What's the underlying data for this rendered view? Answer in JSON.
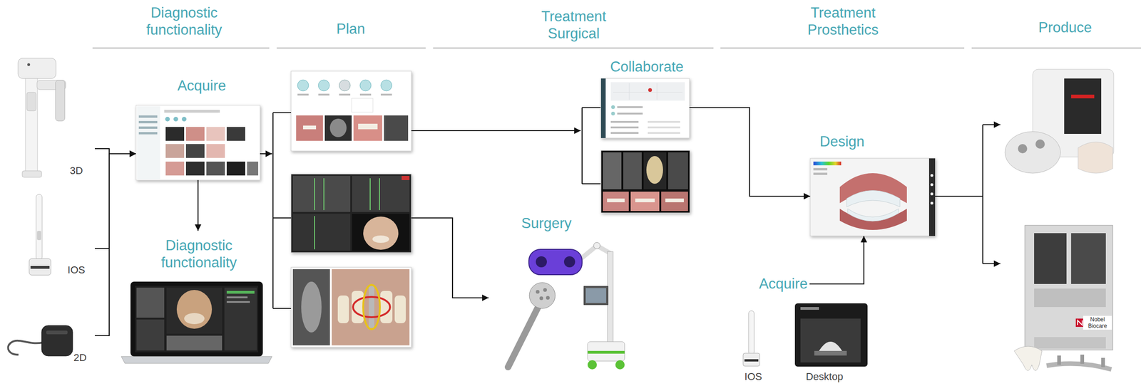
{
  "diagram": {
    "nodes": [
      {
        "text": [
          "3D"
        ]
      },
      {
        "text": [
          "IOS"
        ]
      },
      {
        "text": [
          "2D"
        ]
      },
      {
        "text": [
          "Acquire"
        ]
      },
      {
        "text": [
          "Diagnostic functionality"
        ]
      },
      {
        "text": [
          "Collaborate"
        ]
      },
      {
        "text": [
          "Surgery"
        ]
      },
      {
        "text": [
          "Design"
        ]
      },
      {
        "text": [
          "Acquire"
        ]
      },
      {
        "text": [
          "IOS"
        ]
      },
      {
        "text": [
          "Desktop"
        ]
      }
    ],
    "edges": [
      {
        "from": 0,
        "to": 3,
        "arrow": "to"
      },
      {
        "from": 1,
        "to": 3,
        "arrow": "to"
      },
      {
        "from": 2,
        "to": 3,
        "arrow": "to"
      },
      {
        "from": 3,
        "to": 4,
        "arrow": "to"
      },
      {
        "from": 5,
        "to": 7,
        "arrow": "to"
      },
      {
        "from": 8,
        "to": 7,
        "arrow": "to"
      }
    ],
    "labels": [
      "Diagnostic functionality",
      "Plan",
      "Treatment Surgical",
      "Treatment Prosthetics",
      "Produce",
      "Nobel Biocare"
    ]
  }
}
